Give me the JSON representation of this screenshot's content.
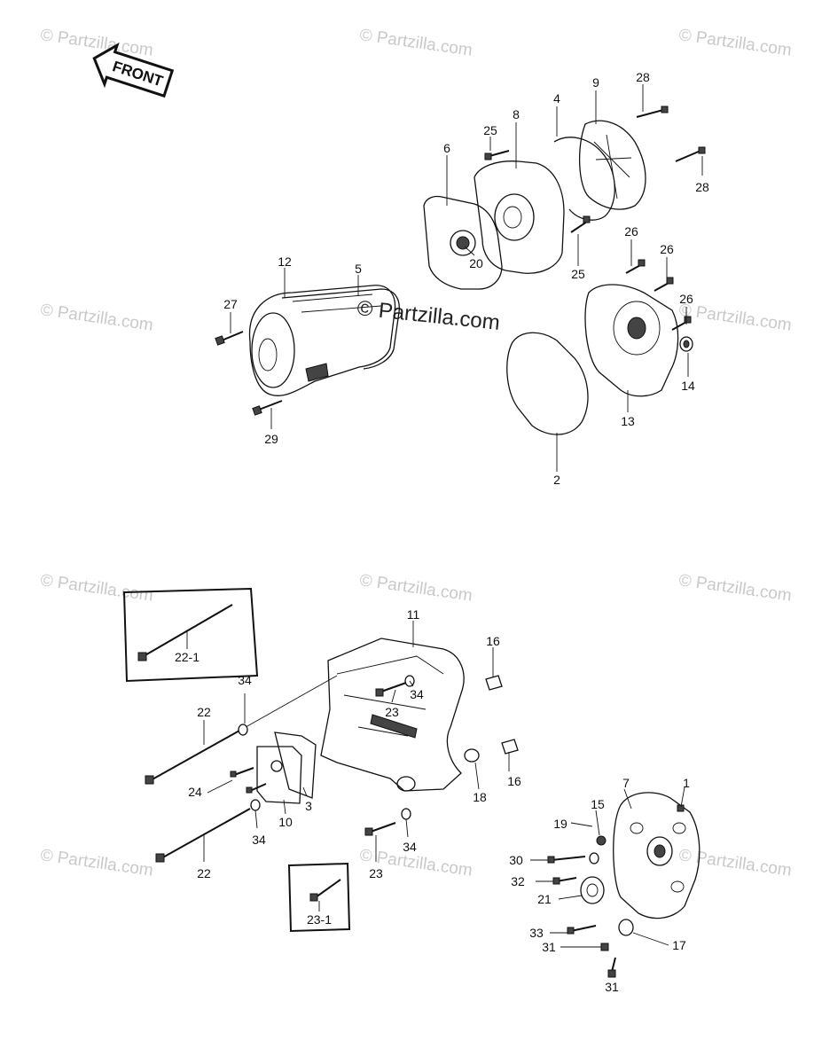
{
  "front_badge": "FRONT",
  "watermark": "© Partzilla.com",
  "watermark_center": "© Partzilla.com",
  "colors": {
    "ink": "#111111",
    "watermark": "#c9c9c9",
    "background": "#ffffff"
  },
  "callouts": {
    "n1": "1",
    "n2": "2",
    "n3": "3",
    "n4": "4",
    "n5": "5",
    "n6": "6",
    "n7": "7",
    "n8": "8",
    "n9": "9",
    "n10": "10",
    "n11": "11",
    "n12": "12",
    "n13": "13",
    "n14": "14",
    "n15": "15",
    "n16a": "16",
    "n16b": "16",
    "n17": "17",
    "n18": "18",
    "n19": "19",
    "n20": "20",
    "n21": "21",
    "n22a": "22",
    "n22b": "22",
    "n22_1": "22-1",
    "n23a": "23",
    "n23b": "23",
    "n23_1": "23-1",
    "n24": "24",
    "n25a": "25",
    "n25b": "25",
    "n26a": "26",
    "n26b": "26",
    "n26c": "26",
    "n27": "27",
    "n28a": "28",
    "n28b": "28",
    "n29": "29",
    "n30": "30",
    "n31a": "31",
    "n31b": "31",
    "n32": "32",
    "n33": "33",
    "n34a": "34",
    "n34b": "34",
    "n34c": "34"
  }
}
